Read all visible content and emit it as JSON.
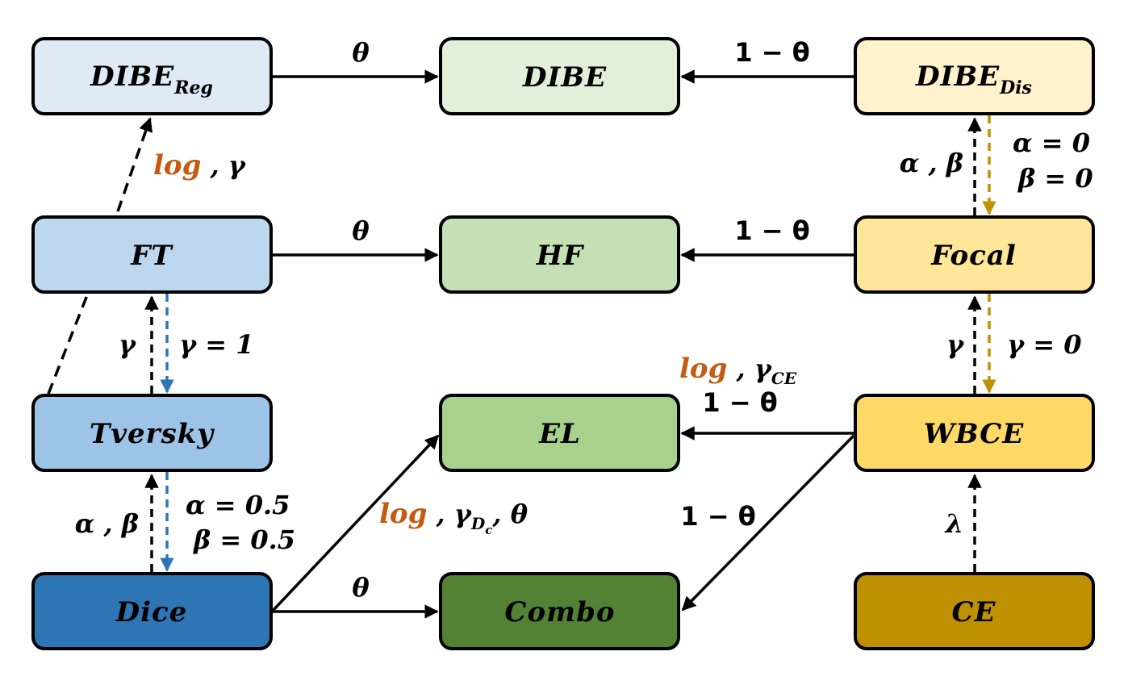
{
  "colors": {
    "dibe_reg": "#deebf7",
    "ft": "#bdd7ee",
    "tversky": "#9dc3e6",
    "dice": "#2e75b6",
    "dibe": "#e2f0d9",
    "hf": "#c5e0b4",
    "el": "#a9d18e",
    "combo": "#548235",
    "dibe_dis": "#fff2cc",
    "focal": "#ffe699",
    "wbce": "#ffd966",
    "ce": "#bf9000",
    "log_text": "#c55a11",
    "blue_arrow": "#2e75b6",
    "gold_arrow": "#bf9000",
    "stroke": "#000000"
  },
  "nodes": {
    "dibe_reg": {
      "label": "DIBE",
      "sub": "Reg"
    },
    "dibe": {
      "label": "DIBE"
    },
    "dibe_dis": {
      "label": "DIBE",
      "sub": "Dis"
    },
    "ft": {
      "label": "FT"
    },
    "hf": {
      "label": "HF"
    },
    "focal": {
      "label": "Focal"
    },
    "tversky": {
      "label": "Tversky"
    },
    "el": {
      "label": "EL"
    },
    "wbce": {
      "label": "WBCE"
    },
    "dice": {
      "label": "Dice"
    },
    "combo": {
      "label": "Combo"
    },
    "ce": {
      "label": "CE"
    }
  },
  "edges": {
    "dibe_reg_to_dibe": "θ",
    "dibe_dis_to_dibe": "1 − θ",
    "ft_to_hf": "θ",
    "focal_to_hf": "1 − θ",
    "ft_to_dibe_reg": {
      "log": "log",
      "rest": " , γ"
    },
    "focal_to_dibe_dis": "α , β",
    "dibe_dis_to_focal_a": "α = 0",
    "dibe_dis_to_focal_b": "β = 0",
    "tversky_to_ft": "γ",
    "ft_to_tversky": "γ = 1",
    "wbce_to_focal": "γ",
    "focal_to_wbce": "γ = 0",
    "wbce_to_el": {
      "log": "log",
      "rest": " , γ",
      "sub": "CE",
      "line2": "1 − θ"
    },
    "dice_to_tversky": "α , β",
    "tversky_to_dice_a": "α = 0.5",
    "tversky_to_dice_b": "β = 0.5",
    "dice_to_el": {
      "log": "log",
      "rest": " , γ",
      "sub": "D",
      "subsub": "c",
      "tail": ", θ"
    },
    "wbce_to_combo": "1 − θ",
    "dice_to_combo": "θ",
    "ce_to_wbce": "λ"
  }
}
